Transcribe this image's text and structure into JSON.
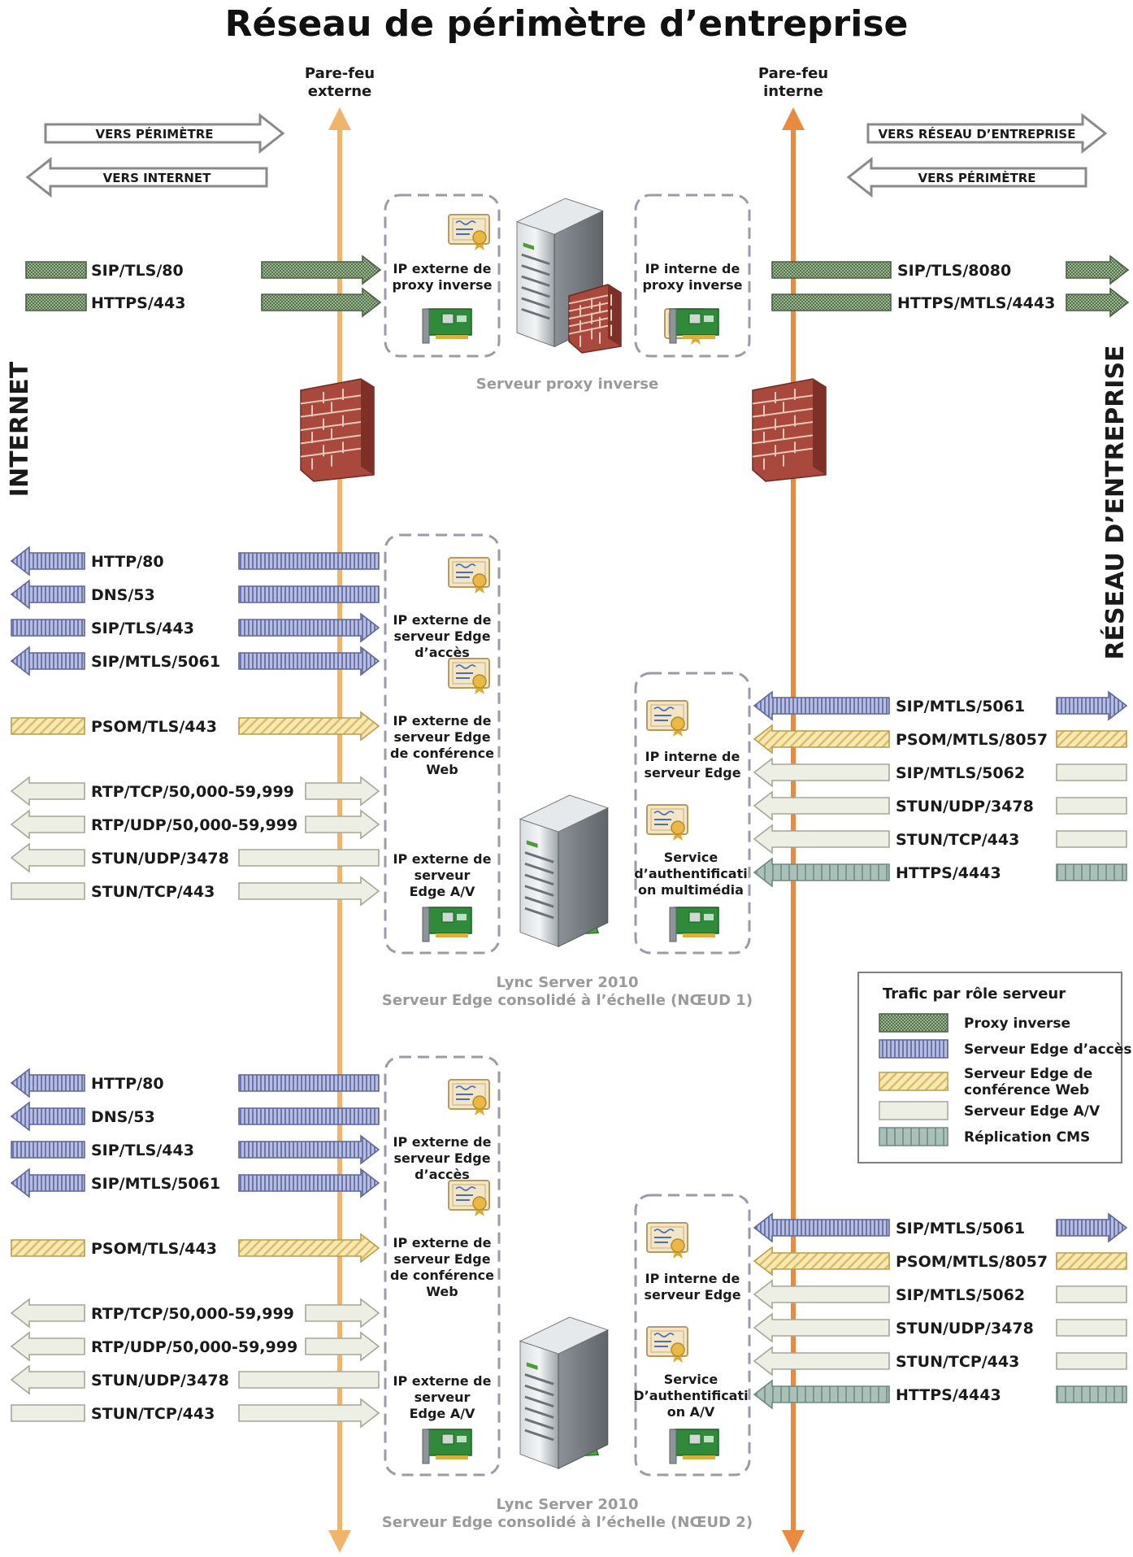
{
  "title": "Réseau de périmètre d’entreprise",
  "firewalls": {
    "external_label": [
      "Pare-feu",
      "externe"
    ],
    "internal_label": [
      "Pare-feu",
      "interne"
    ]
  },
  "sides": {
    "left": "INTERNET",
    "right": "RÉSEAU D’ENTREPRISE"
  },
  "direction_legend": {
    "to_perimeter_left": "VERS PÉRIMÈTRE",
    "to_internet": "VERS INTERNET",
    "to_corporate": "VERS RÉSEAU D’ENTREPRISE",
    "to_perimeter_right": "VERS PÉRIMÈTRE"
  },
  "colors": {
    "external_firewall_line": "#f0b46a",
    "internal_firewall_line": "#e98a3e",
    "reverse_proxy": "#7a9a6e",
    "access_edge": "#8f98c4",
    "web_conferencing": "#f3dc8c",
    "av_edge": "#ebecdf",
    "cms": "#8fa8a0",
    "node_caption": "#9a9a9a"
  },
  "reverse_proxy": {
    "external_ip_label": [
      "IP externe de",
      "proxy inverse"
    ],
    "internal_ip_label": [
      "IP interne de",
      "proxy inverse"
    ],
    "caption": "Serveur proxy inverse",
    "left_ports": [
      "SIP/TLS/80",
      "HTTPS/443"
    ],
    "right_ports": [
      "SIP/TLS/8080",
      "HTTPS/MTLS/4443"
    ]
  },
  "nodes": [
    {
      "caption": [
        "Lync Server 2010",
        "Serveur Edge consolidé à l’échelle (NŒUD 1)"
      ],
      "ext_access_label": [
        "IP externe de",
        "serveur Edge",
        "d’accès"
      ],
      "ext_web_label": [
        "IP externe de",
        "serveur Edge",
        "de conférence",
        "Web"
      ],
      "ext_av_label": [
        "IP externe de",
        "serveur",
        "Edge A/V"
      ],
      "int_edge_label": [
        "IP interne de",
        "serveur Edge"
      ],
      "media_auth_label": [
        "Service",
        "d’authentificati",
        "on multimédia"
      ],
      "left_ports": [
        "HTTP/80",
        "DNS/53",
        "SIP/TLS/443",
        "SIP/MTLS/5061",
        "PSOM/TLS/443",
        "RTP/TCP/50,000-59,999",
        "RTP/UDP/50,000-59,999",
        "STUN/UDP/3478",
        "STUN/TCP/443"
      ],
      "right_ports": [
        "SIP/MTLS/5061",
        "PSOM/MTLS/8057",
        "SIP/MTLS/5062",
        "STUN/UDP/3478",
        "STUN/TCP/443",
        "HTTPS/4443"
      ]
    },
    {
      "caption": [
        "Lync Server 2010",
        "Serveur Edge consolidé à l’échelle (NŒUD 2)"
      ],
      "ext_access_label": [
        "IP externe de",
        "serveur Edge",
        "d’accès"
      ],
      "ext_web_label": [
        "IP externe de",
        "serveur Edge",
        "de conférence",
        "Web"
      ],
      "ext_av_label": [
        "IP externe de",
        "serveur",
        "Edge A/V"
      ],
      "int_edge_label": [
        "IP interne de",
        "serveur Edge"
      ],
      "media_auth_label": [
        "Service",
        "D’authentificati",
        "on A/V"
      ],
      "left_ports": [
        "HTTP/80",
        "DNS/53",
        "SIP/TLS/443",
        "SIP/MTLS/5061",
        "PSOM/TLS/443",
        "RTP/TCP/50,000-59,999",
        "RTP/UDP/50,000-59,999",
        "STUN/UDP/3478",
        "STUN/TCP/443"
      ],
      "right_ports": [
        "SIP/MTLS/5061",
        "PSOM/MTLS/8057",
        "SIP/MTLS/5062",
        "STUN/UDP/3478",
        "STUN/TCP/443",
        "HTTPS/4443"
      ]
    }
  ],
  "legend": {
    "title": "Trafic par rôle serveur",
    "items": [
      {
        "label": [
          "Proxy inverse"
        ],
        "key": "reverse_proxy"
      },
      {
        "label": [
          "Serveur Edge d’accès"
        ],
        "key": "access_edge"
      },
      {
        "label": [
          "Serveur Edge de",
          "conférence Web"
        ],
        "key": "web_conferencing"
      },
      {
        "label": [
          "Serveur Edge A/V"
        ],
        "key": "av_edge"
      },
      {
        "label": [
          "Réplication CMS"
        ],
        "key": "cms"
      }
    ]
  }
}
